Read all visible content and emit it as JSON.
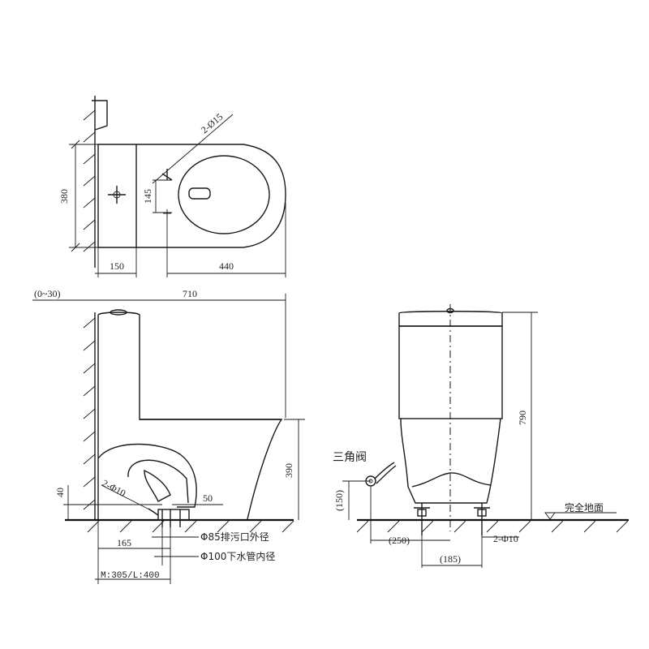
{
  "dimensions": {
    "depth_380": "380",
    "hole_offset_145": "145",
    "hole_spec": "2-Ø15",
    "tank_150": "150",
    "bowl_440": "440",
    "wall_gap": "(0~30)",
    "total_length": "710",
    "seat_height": "390",
    "total_height": "790",
    "floor_40": "40",
    "bolt_left": "2-Φ10",
    "outlet_gap": "50",
    "outlet_165": "165",
    "outlet_spec_85": "Φ85排污口外径",
    "outlet_spec_100": "Φ100下水管内径",
    "roughin": "M:305/L:400",
    "valve_height": "(150)",
    "valve_offset": "(250)",
    "bolt_spacing": "(185)",
    "bolt_right": "2-Φ10"
  },
  "labels": {
    "angle_valve": "三角阀",
    "finished_floor": "完全地面"
  }
}
